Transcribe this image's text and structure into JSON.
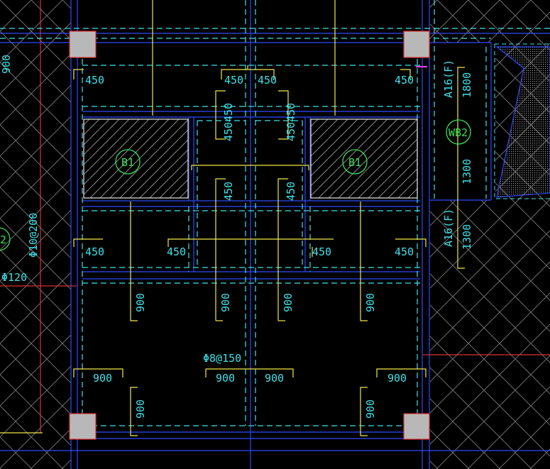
{
  "drawing": {
    "colors": {
      "background": "#000000",
      "grid": "#2f4aff",
      "beam_dashed": "#3fe0e8",
      "dimension": "#f2e84a",
      "text": "#3fe0e8",
      "tag": "#39e05a",
      "axis": "#e03030",
      "column": "#b8b8b8",
      "hatch": "#8a8a8a"
    },
    "dims": {
      "d450_tl": "450",
      "d450_tc1": "450",
      "d450_tc2": "450",
      "d450_tr": "450",
      "d450_v1": "450",
      "d450_v2": "450",
      "d450_v3": "450",
      "d450_v4": "450",
      "d450_v5": "450",
      "d450_v6": "450",
      "d450_ml": "450",
      "d450_mc1": "450",
      "d450_mc2": "450",
      "d450_mr": "450",
      "d900_v1": "900",
      "d900_v2": "900",
      "d900_v3": "900",
      "d900_v4": "900",
      "d900_bl": "900",
      "d900_bc1": "900",
      "d900_bc2": "900",
      "d900_br": "900",
      "d900_vl": "900",
      "d900_vr": "900",
      "d900_left": "900",
      "d1800": "1800",
      "d1300a": "1300",
      "d1300b": "1300"
    },
    "tags": {
      "b1_left": "B1",
      "b1_right": "B1",
      "wb2": "WB2",
      "left_partial": "2"
    },
    "notes": {
      "rebar_left": "Φ10@200",
      "rebar_left_partial": "Φ120",
      "rebar_bottom": "Φ8@150",
      "a16_top": "A16(F)",
      "a16_bottom": "A16(F)"
    }
  }
}
